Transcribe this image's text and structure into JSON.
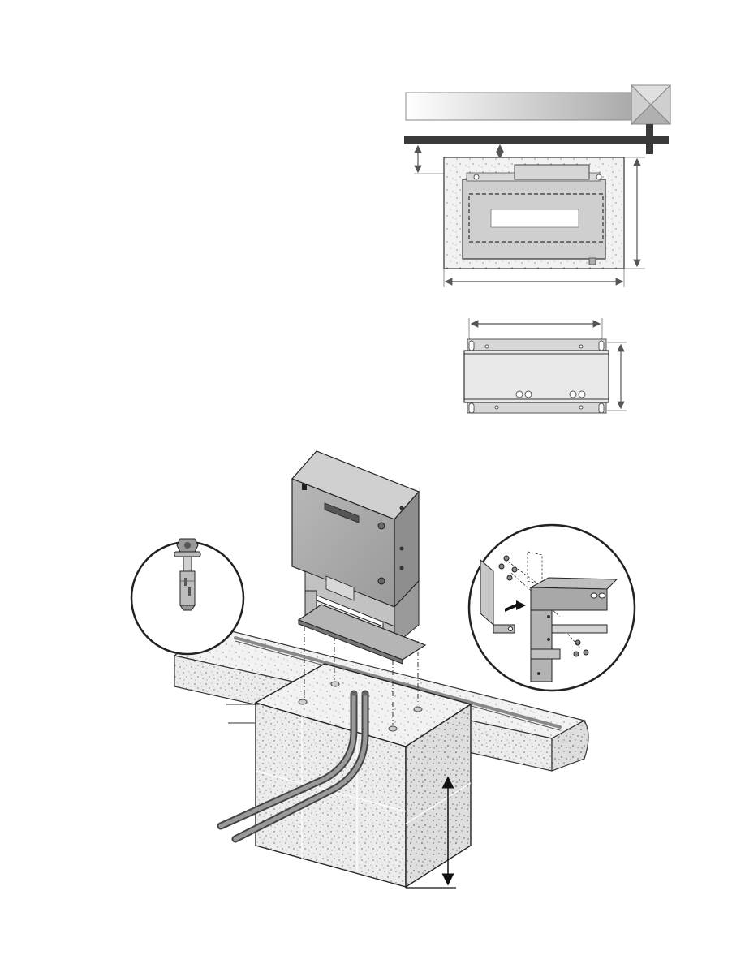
{
  "page": {
    "background": "#ffffff",
    "line_color": "#231f20",
    "concrete_color": "#e6e6e6",
    "metal_color": "#a7a9ac"
  },
  "figures": {
    "top_view": {
      "name": "gate-operator-top-view"
    },
    "base_view": {
      "name": "mounting-base-top-view"
    },
    "install_view": {
      "name": "concrete-pad-installation-view"
    },
    "anchor_detail": {
      "name": "anchor-bolt-detail",
      "icon": "anchor-bolt-icon"
    },
    "bracket_detail": {
      "name": "bracket-assembly-detail",
      "icon": "arrow-right-icon"
    }
  }
}
